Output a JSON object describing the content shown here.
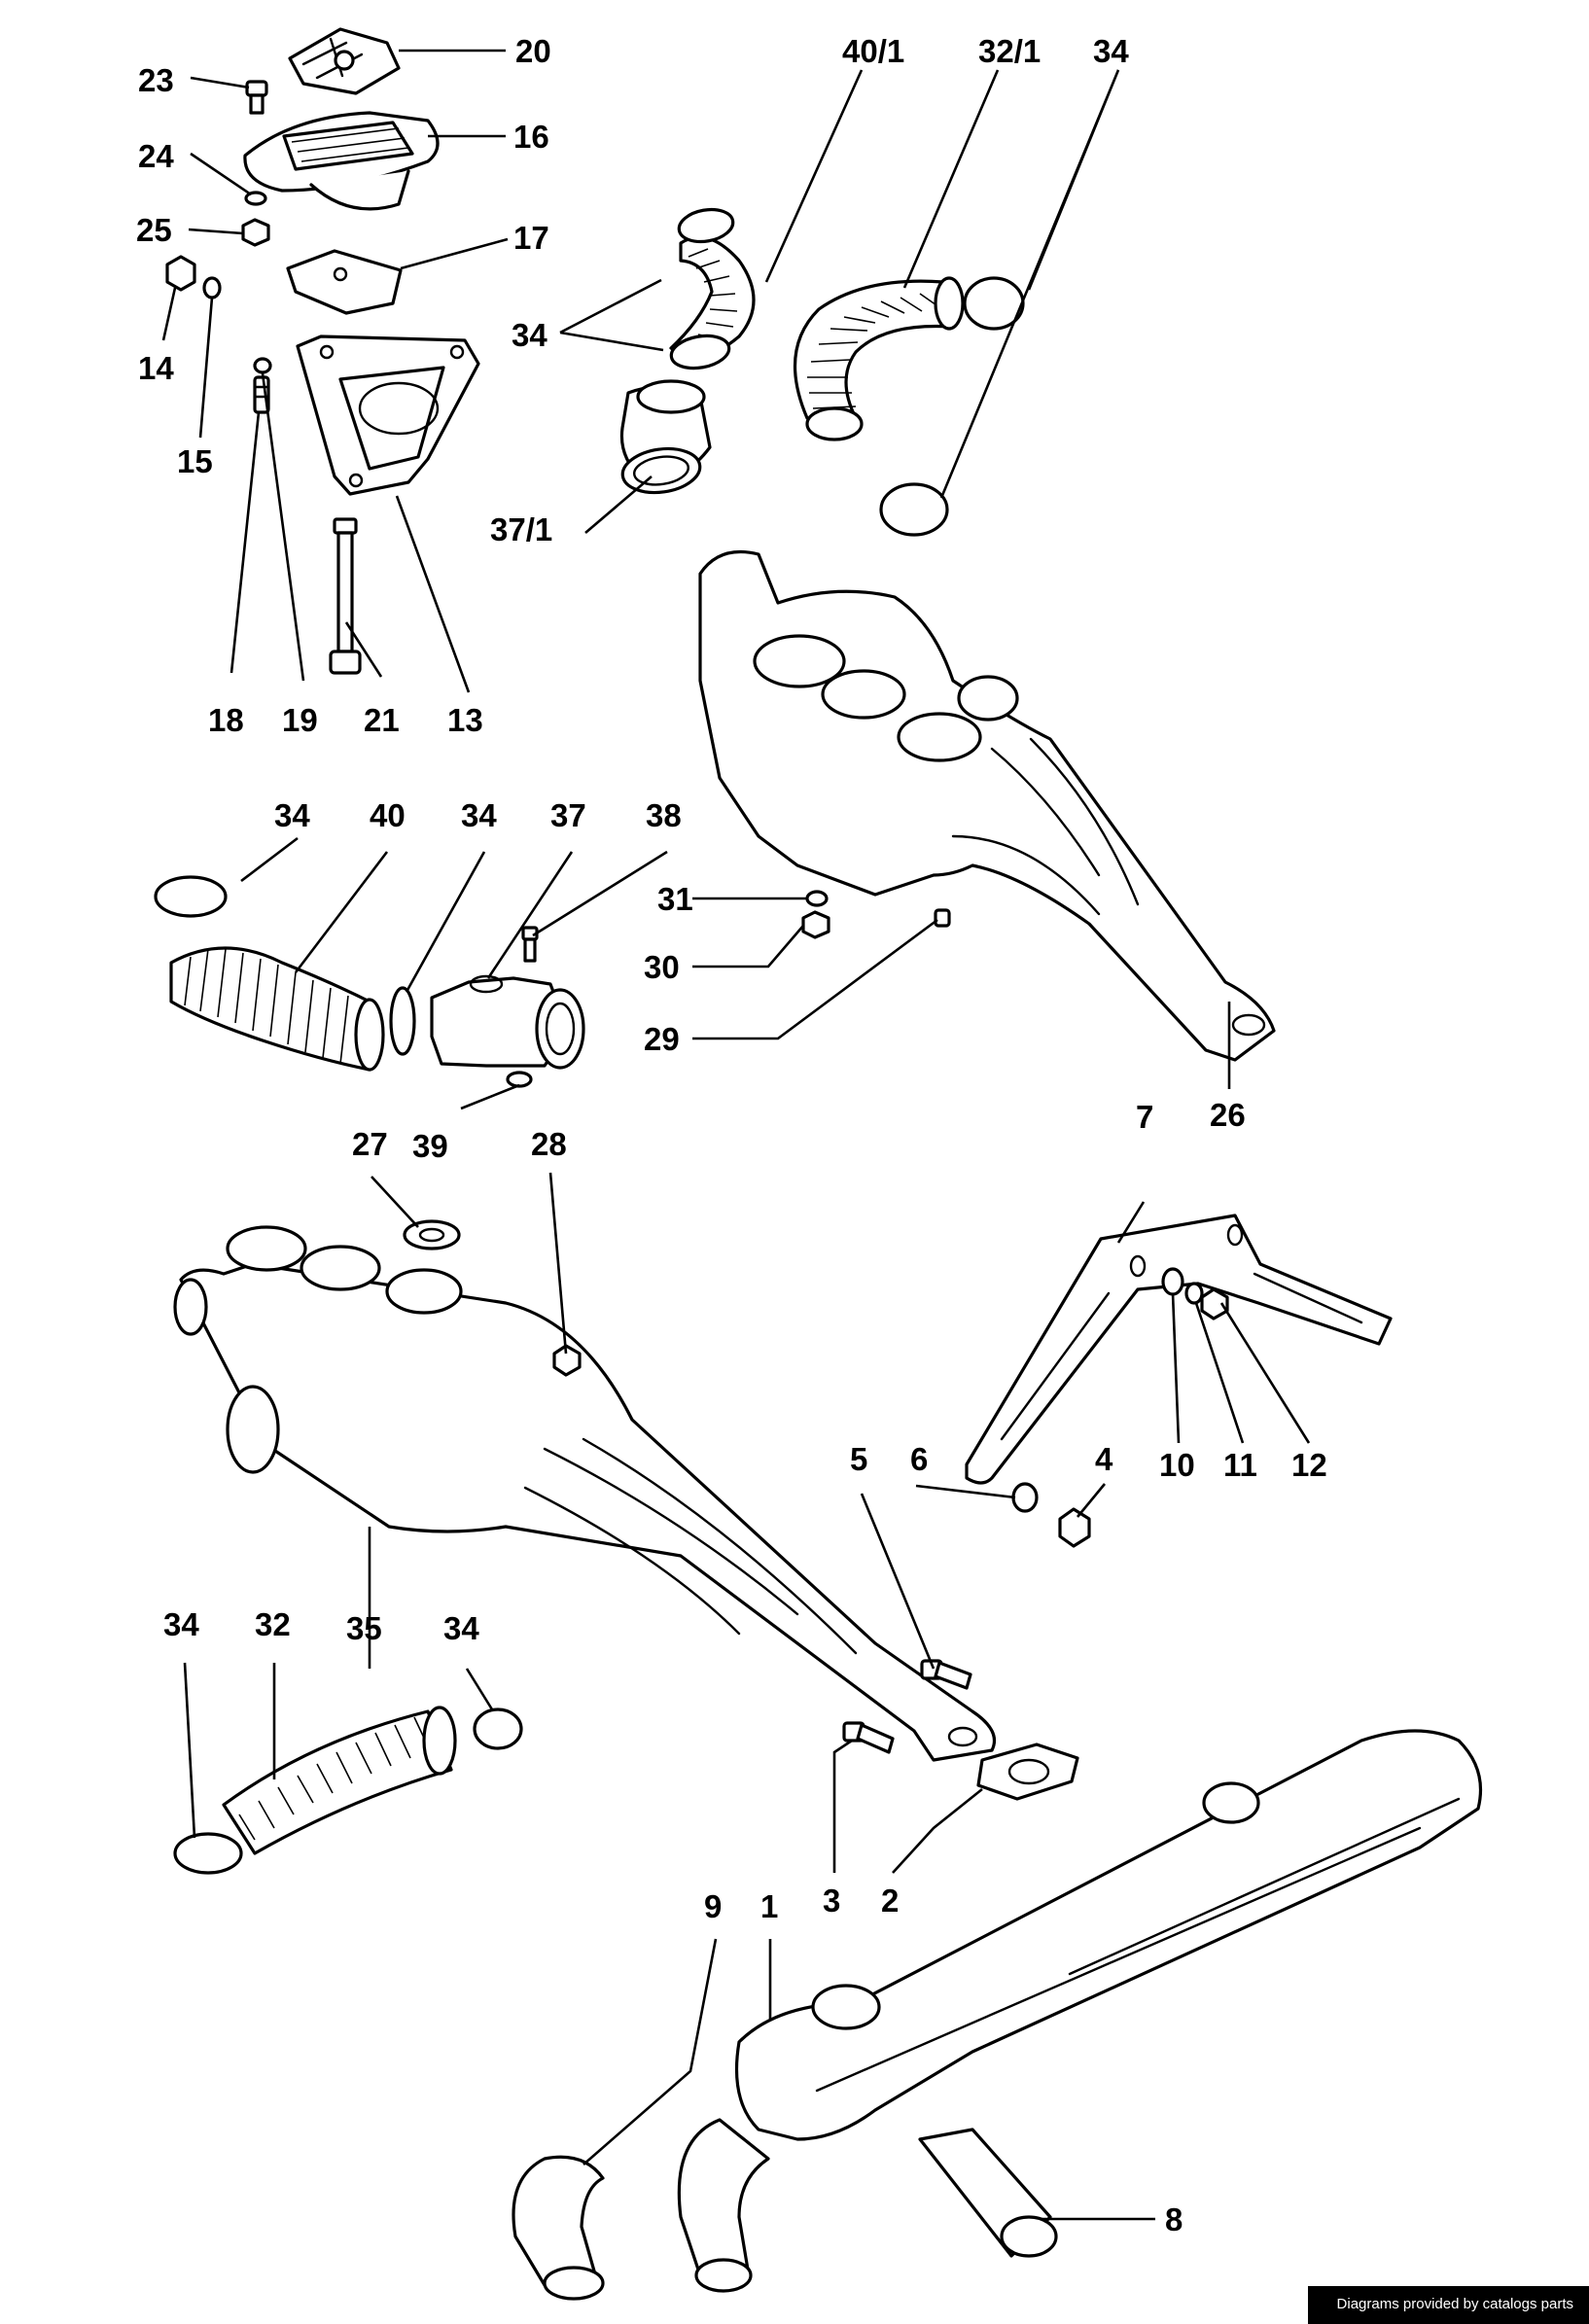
{
  "diagram": {
    "callouts": [
      "20",
      "23",
      "16",
      "24",
      "25",
      "17",
      "14",
      "15",
      "18",
      "19",
      "21",
      "13",
      "40/1",
      "32/1",
      "34",
      "34",
      "37/1",
      "26",
      "31",
      "30",
      "29",
      "34",
      "40",
      "34",
      "37",
      "38",
      "39",
      "27",
      "28",
      "7",
      "6",
      "4",
      "5",
      "10",
      "11",
      "12",
      "34",
      "32",
      "35",
      "34",
      "3",
      "2",
      "9",
      "1",
      "8"
    ]
  },
  "credit": "Diagrams provided by catalogs parts",
  "colors": {
    "ink": "#000000",
    "paper": "#ffffff",
    "credit_bg": "#000000",
    "credit_fg": "#ffffff"
  }
}
